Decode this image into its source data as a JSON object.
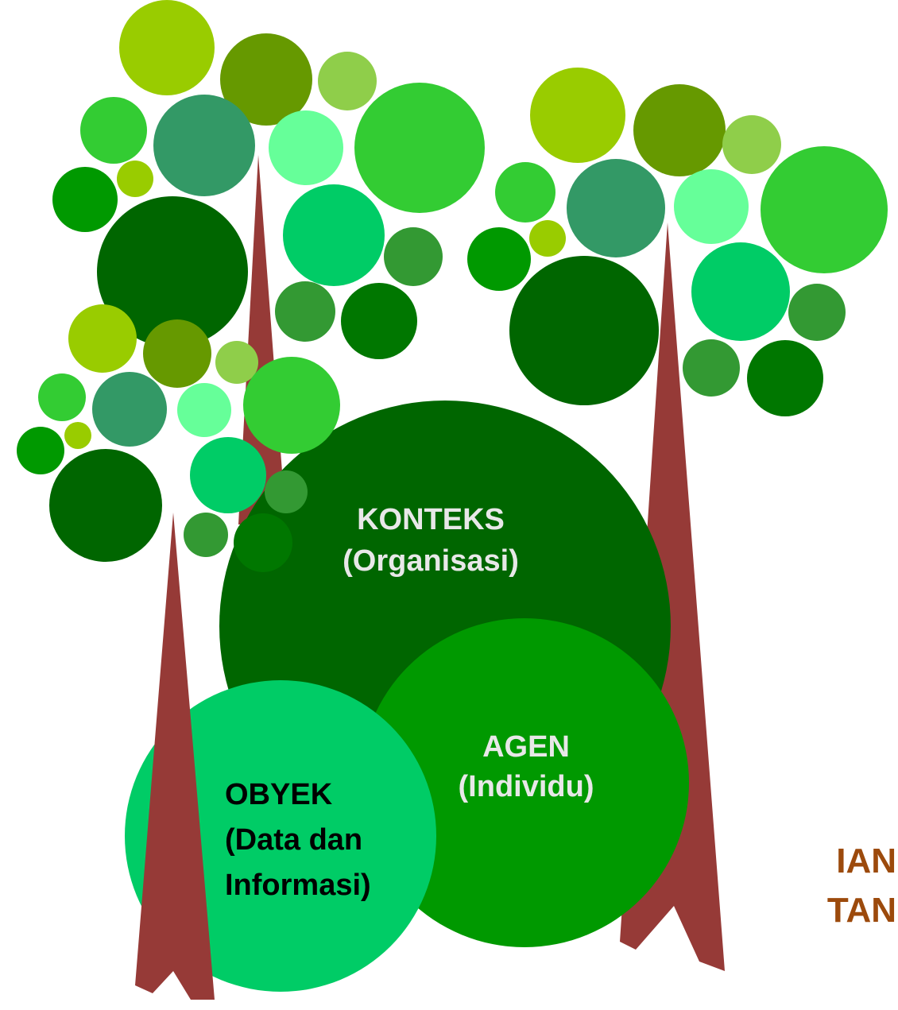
{
  "colors": {
    "trunk": "#963a37",
    "lime": "#99cc00",
    "olive": "#669900",
    "light_lime": "#8fce4a",
    "bright_green": "#33cc33",
    "teal_green": "#339966",
    "mint": "#66ff99",
    "emerald": "#00cc66",
    "dark_forest": "#006600",
    "green": "#009900",
    "medium_green": "#339933",
    "forest": "#007700",
    "text_light": "#e8e8e8",
    "text_dark": "#000000",
    "partial_text": "#9c4a0c"
  },
  "circles": {
    "konteks": {
      "line1": "KONTEKS",
      "line2": "(Organisasi)"
    },
    "agen": {
      "line1": "AGEN",
      "line2": "(Individu)"
    },
    "obyek": {
      "line1": "OBYEK",
      "line2": "(Data dan",
      "line3": "Informasi)"
    }
  },
  "left_edge_text": {
    "line1": "IAN",
    "line2": "TAN"
  }
}
